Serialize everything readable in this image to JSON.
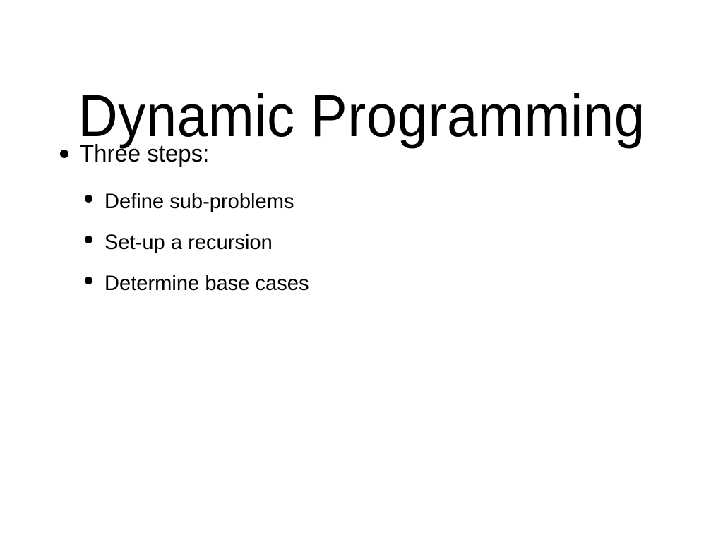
{
  "slide": {
    "background_color": "#ffffff",
    "text_color": "#000000",
    "title": "Dynamic Programming",
    "content": {
      "bullets": [
        {
          "level": 1,
          "marker": "bullet-dot-icon",
          "text": "Three steps:",
          "children": [
            {
              "level": 2,
              "marker": "bullet-dot-icon",
              "text": "Define sub-problems"
            },
            {
              "level": 2,
              "marker": "bullet-dot-icon",
              "text": "Set-up a recursion"
            },
            {
              "level": 2,
              "marker": "bullet-dot-icon",
              "text": "Determine base cases"
            }
          ]
        }
      ]
    }
  }
}
